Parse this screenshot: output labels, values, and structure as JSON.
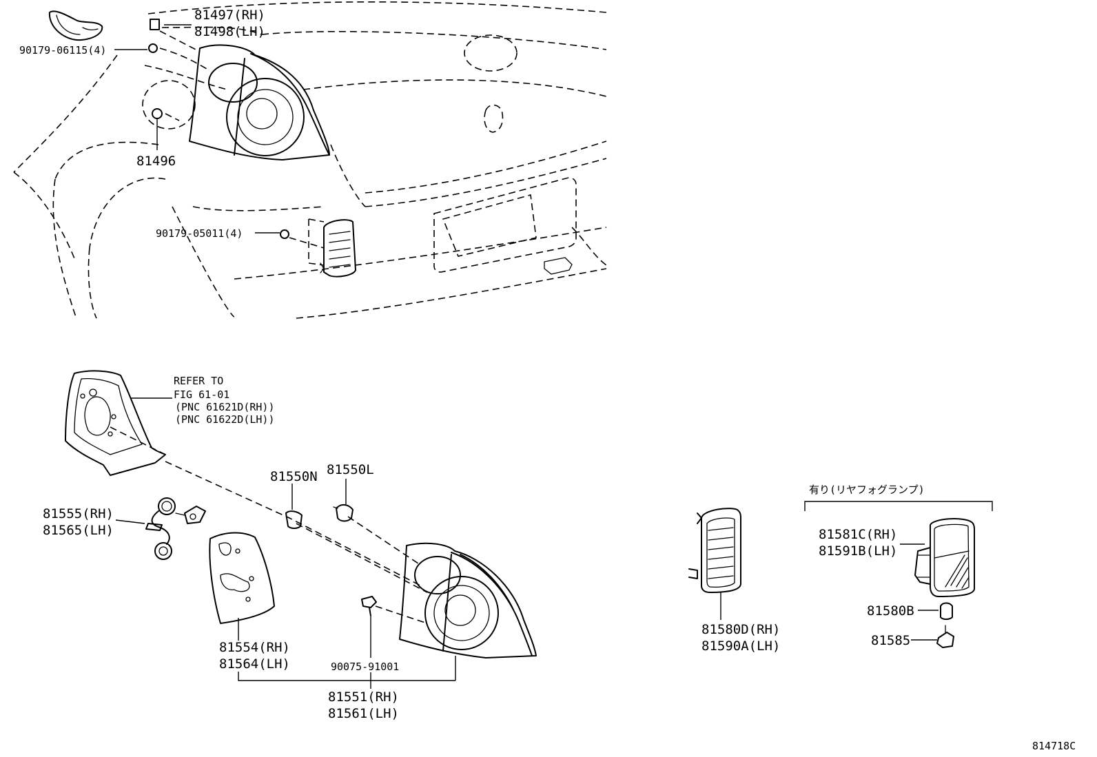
{
  "labels": {
    "p81497": "81497(RH)",
    "p81498": "81498(LH)",
    "p9017906115": "90179-06115(4)",
    "p81496": "81496",
    "p9017905011": "90179-05011(4)",
    "refer1": "REFER TO",
    "refer2": "FIG 61-01",
    "refer3": "(PNC 61621D(RH))",
    "refer4": "(PNC 61622D(LH))",
    "p81550N": "81550N",
    "p81550L": "81550L",
    "p81555": "81555(RH)",
    "p81565": "81565(LH)",
    "p81554": "81554(RH)",
    "p81564": "81564(LH)",
    "p9007591001": "90075-91001",
    "p81551": "81551(RH)",
    "p81561": "81561(LH)",
    "p81580D": "81580D(RH)",
    "p81590A": "81590A(LH)",
    "fogNote": "有り(リヤフォグランプ)",
    "p81581C": "81581C(RH)",
    "p81591B": "81591B(LH)",
    "p81580B": "81580B",
    "p81585": "81585",
    "figId": "814718C"
  }
}
